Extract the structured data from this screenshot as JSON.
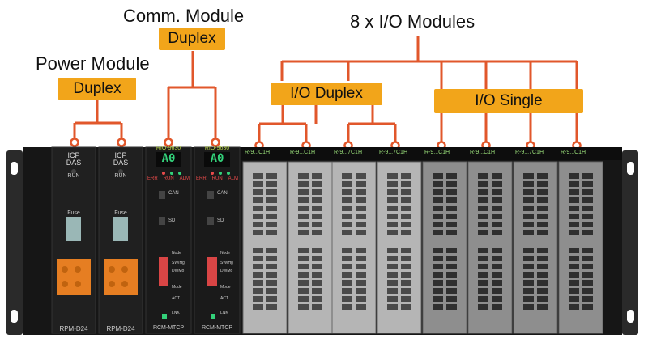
{
  "labels": {
    "comm_module": "Comm. Module",
    "comm_duplex": "Duplex",
    "io_modules": "8 x I/O Modules",
    "power_module": "Power Module",
    "power_duplex": "Duplex",
    "io_duplex": "I/O Duplex",
    "io_single": "I/O Single"
  },
  "power_modules": [
    {
      "brand_line1": "ICP",
      "brand_line2": "DAS",
      "run": "RUN",
      "fuse": "Fuse",
      "model": "RPM-D24"
    },
    {
      "brand_line1": "ICP",
      "brand_line2": "DAS",
      "run": "RUN",
      "fuse": "Fuse",
      "model": "RPM-D24"
    }
  ],
  "comm_modules": [
    {
      "header": "RIO-9630",
      "display": "A0",
      "err": "ERR",
      "run": "RUN",
      "alm": "ALM",
      "can": "CAN",
      "sd": "SD",
      "node": "Node",
      "sw1": "SW/Hg",
      "sw2": "DWMo",
      "mode": "Mode",
      "act": "ACT",
      "lnk": "LNK",
      "model": "RCM-MTCP"
    },
    {
      "header": "RIO-9630",
      "display": "A0",
      "err": "ERR",
      "run": "RUN",
      "alm": "ALM",
      "can": "CAN",
      "sd": "SD",
      "node": "Node",
      "sw1": "SW/Hg",
      "sw2": "DWMo",
      "mode": "Mode",
      "act": "ACT",
      "lnk": "LNK",
      "model": "RCM-MTCP"
    }
  ],
  "io_modules": [
    {
      "label": "R-9...C1H"
    },
    {
      "label": "R-9...C1H"
    },
    {
      "label": "R-9...7C1H"
    },
    {
      "label": "R-9...7C1H"
    },
    {
      "label": "R-9...C1H"
    },
    {
      "label": "R-9...C1H"
    },
    {
      "label": "R-9...7C1H"
    },
    {
      "label": "R-9...C1H"
    }
  ],
  "colors": {
    "accent": "#f2a51a",
    "connector_line": "#e1572b",
    "led_green": "#33d17a",
    "display_red": "#e84b4b",
    "chassis": "#1c1c1c"
  }
}
